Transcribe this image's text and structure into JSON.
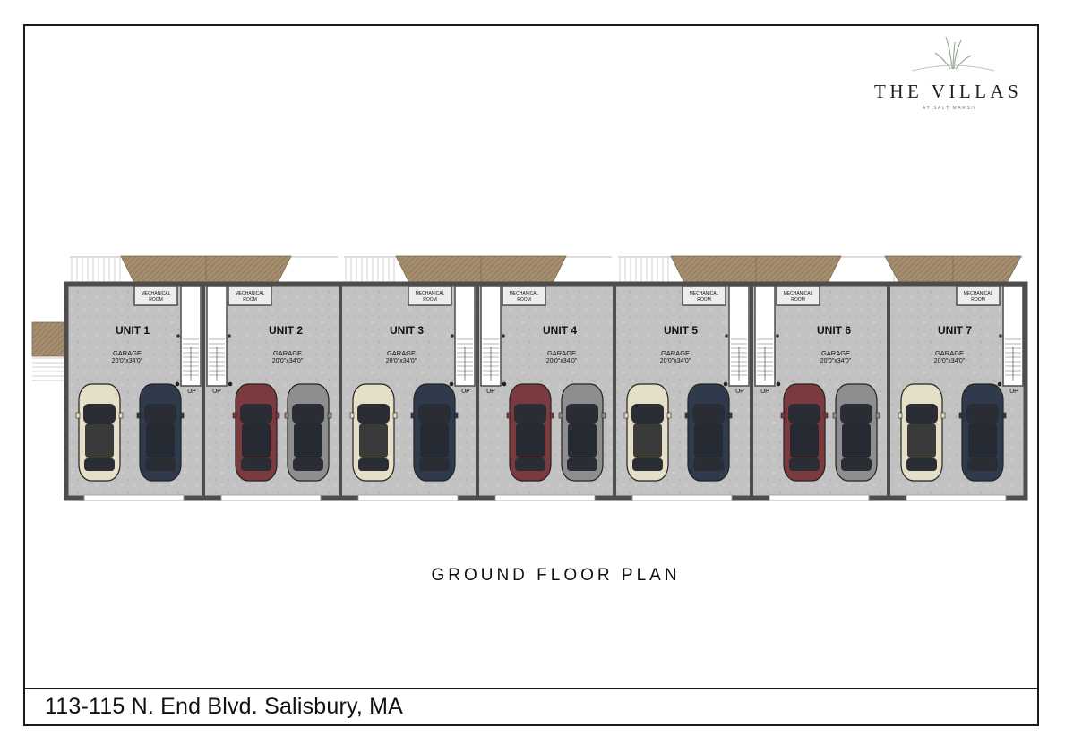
{
  "brand": {
    "name": "THE VILLAS",
    "tagline": "AT SALT MARSH"
  },
  "plan_title": "GROUND FLOOR PLAN",
  "address": "113-115 N. End Blvd. Salisbury, MA",
  "mech_line1": "MECHANICAL",
  "mech_line2": "ROOM",
  "up_label": "UP",
  "units": [
    {
      "name": "UNIT 1",
      "room": "GARAGE",
      "size": "20'0\"x34'0\"",
      "cars": [
        "cream",
        "navy"
      ]
    },
    {
      "name": "UNIT 2",
      "room": "GARAGE",
      "size": "20'0\"x34'0\"",
      "cars": [
        "red",
        "gray"
      ]
    },
    {
      "name": "UNIT 3",
      "room": "GARAGE",
      "size": "20'0\"x34'0\"",
      "cars": [
        "cream",
        "navy"
      ]
    },
    {
      "name": "UNIT 4",
      "room": "GARAGE",
      "size": "20'0\"x34'0\"",
      "cars": [
        "red",
        "gray"
      ]
    },
    {
      "name": "UNIT 5",
      "room": "GARAGE",
      "size": "20'0\"x34'0\"",
      "cars": [
        "cream",
        "navy"
      ]
    },
    {
      "name": "UNIT 6",
      "room": "GARAGE",
      "size": "20'0\"x34'0\"",
      "cars": [
        "red",
        "gray"
      ]
    },
    {
      "name": "UNIT 7",
      "room": "GARAGE",
      "size": "20'0\"x34'0\"",
      "cars": [
        "cream",
        "navy"
      ]
    }
  ],
  "colors": {
    "floor": "#c3c3c3",
    "wall": "#555555",
    "deck": "#a08a6c",
    "cream": "#e6dfc8",
    "navy": "#2f3a4d",
    "red": "#7b3a3d",
    "gray": "#8e8e8e"
  }
}
